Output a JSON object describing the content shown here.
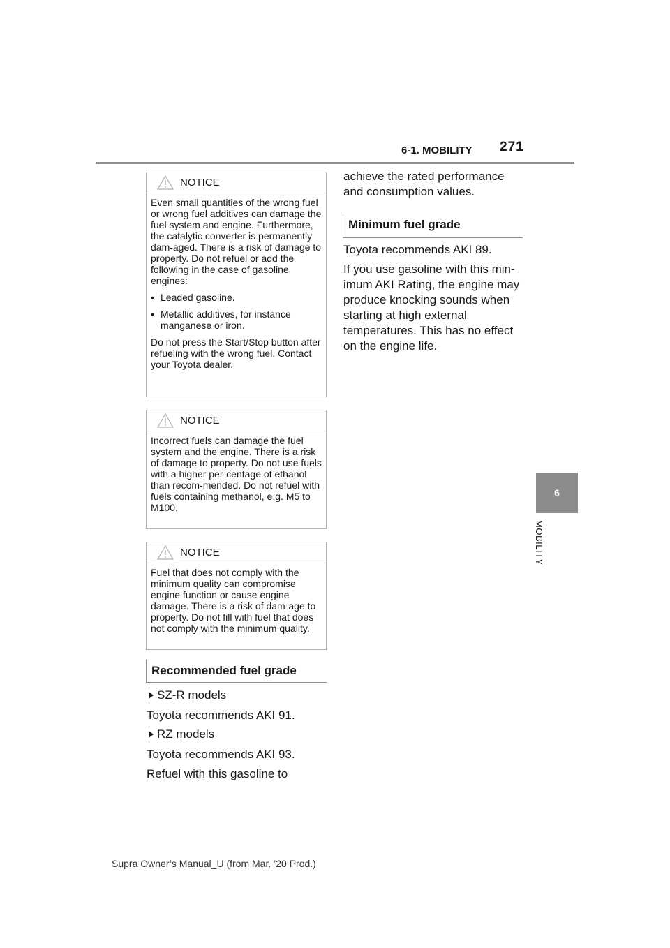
{
  "header": {
    "section": "6-1. MOBILITY",
    "page": "271"
  },
  "side_tab": {
    "number": "6",
    "label": "MOBILITY"
  },
  "notices": [
    {
      "title": "NOTICE",
      "para1": "Even small quantities of the wrong fuel or wrong fuel additives can damage the fuel system and engine. Furthermore, the catalytic converter is permanently dam-aged. There is a risk of damage to property. Do not refuel or add the following in the case of gasoline engines:",
      "bullet1": "Leaded gasoline.",
      "bullet2": "Metallic additives, for instance manganese or iron.",
      "para2": "Do not press the Start/Stop button after refueling with the wrong fuel. Contact your Toyota dealer."
    },
    {
      "title": "NOTICE",
      "para1": "Incorrect fuels can damage the fuel system and the engine. There is a risk of damage to property. Do not use fuels with a higher per-centage of ethanol than recom-mended. Do not refuel with fuels containing methanol, e.g. M5 to M100."
    },
    {
      "title": "NOTICE",
      "para1": "Fuel that does not comply with the minimum quality can compromise engine function or cause engine damage. There is a risk of dam-age to property. Do not fill with fuel that does not comply with the minimum quality."
    }
  ],
  "recommended": {
    "heading": "Recommended fuel grade",
    "item1": "SZ-R models",
    "text1": "Toyota recommends AKI 91.",
    "item2": "RZ models",
    "text2": "Toyota recommends AKI 93.",
    "text3": "Refuel with this gasoline to"
  },
  "right_column": {
    "continuation": "achieve the rated performance and consumption values.",
    "min_heading": "Minimum fuel grade",
    "min_text1": "Toyota recommends AKI 89.",
    "min_text2": "If you use gasoline with this min-imum AKI Rating, the engine may produce knocking sounds when starting at high external temperatures. This has no effect on the engine life."
  },
  "footer": "Supra Owner’s Manual_U (from Mar. ’20 Prod.)"
}
